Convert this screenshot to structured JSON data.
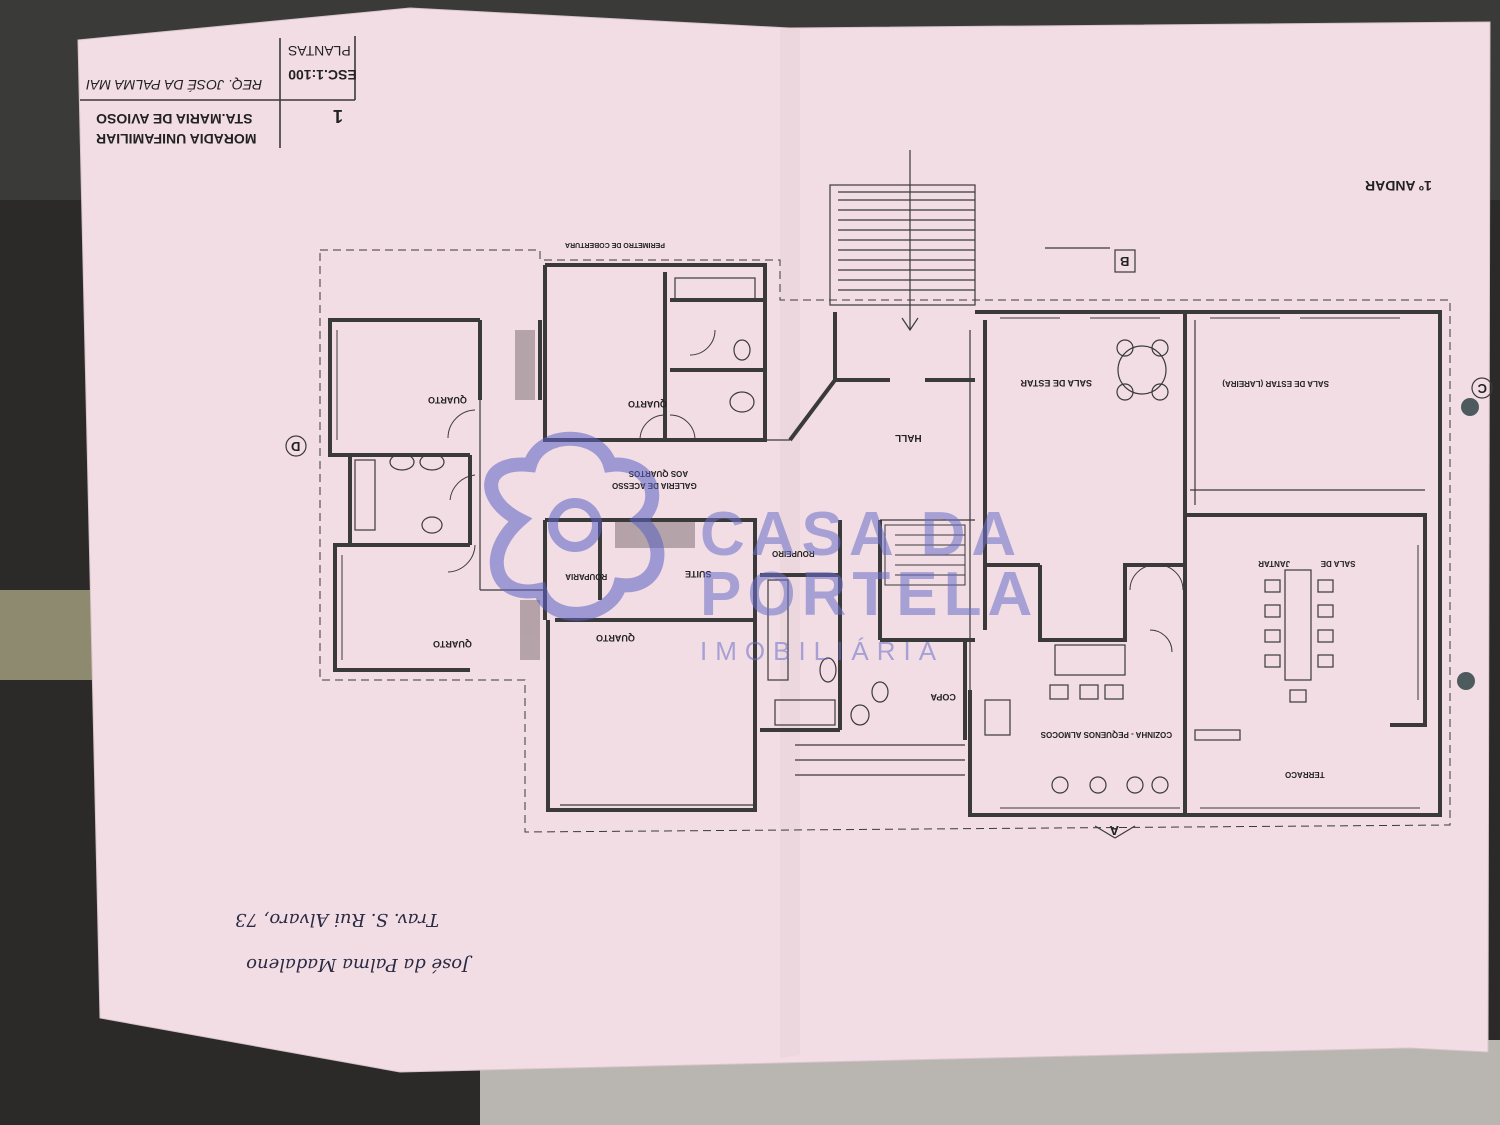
{
  "title_block": {
    "project": "MORADIA UNIFAMILIAR",
    "location": "STA.MARIA DE AVIOSO",
    "requester": "REQ. JOSÉ DA PALMA MAI",
    "scale": "ESC.1:100",
    "subject": "PLANTAS",
    "sheet_number": "1"
  },
  "floor_label": "1º ANDAR",
  "section_markers": [
    "B",
    "C",
    "D",
    "A"
  ],
  "perimeter_note": "PERIMETRO DE COBERTURA",
  "rooms": {
    "quarto_1": "QUARTO",
    "quarto_2": "QUARTO",
    "quarto_3": "QUARTO",
    "quarto_suite": "QUARTO",
    "galeria_line1": "GALERIA DE ACESSO",
    "galeria_line2": "AOS QUARTOS",
    "hall": "HALL",
    "sala_estar": "SALA DE ESTAR",
    "sala_lareira": "SALA DE ESTAR (LAREIRA)",
    "sala_jantar_line1": "SALA DE",
    "sala_jantar_line2": "JANTAR",
    "suite": "SUITE",
    "rouparia": "ROUPARIA",
    "roupeiro": "ROUPEIRO",
    "copa": "COPA",
    "cozinha": "COZINHA - PEQUENOS ALMOCOS",
    "terraco": "TERRACO"
  },
  "handwritten_note": {
    "line1": "José da Palma Madaleno",
    "line2": "Trav. S. Rui Alvaro, 73"
  },
  "watermark": {
    "line1": "CASA DA",
    "line2": "PORTELA",
    "line3": "IMOBILIÁRIA"
  },
  "colors": {
    "paper": "#f2dde4",
    "ink": "#3a3a3a",
    "watermark": "#5b63c4"
  }
}
